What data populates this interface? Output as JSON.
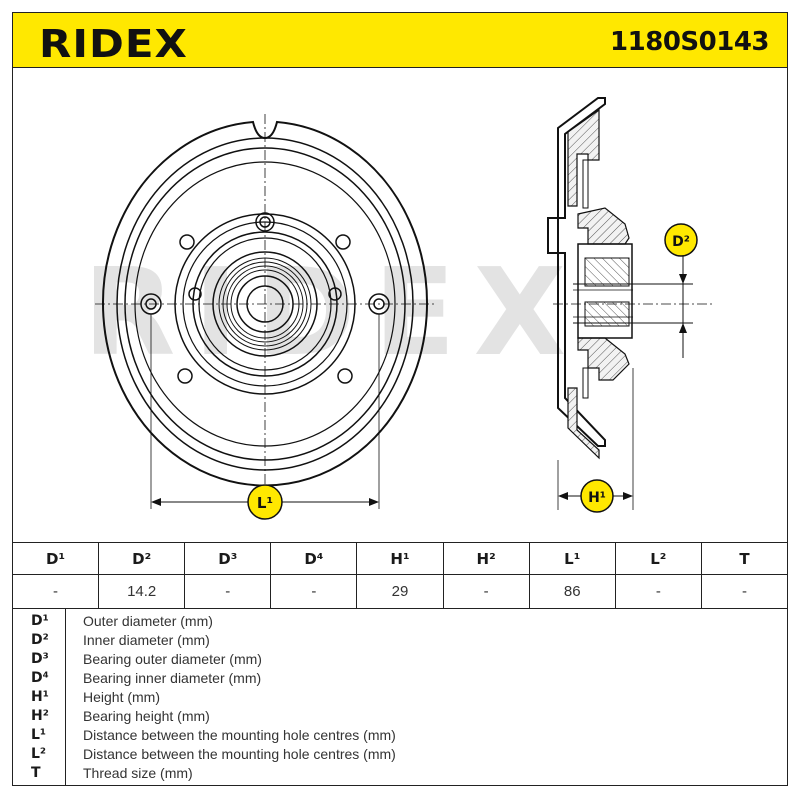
{
  "header": {
    "brand": "RIDEX",
    "part_number": "1180S0143"
  },
  "drawing": {
    "watermark": "RIDEX",
    "label_d2": "D²",
    "label_h1": "H¹",
    "label_l1": "L¹"
  },
  "specs": {
    "headers": [
      "D¹",
      "D²",
      "D³",
      "D⁴",
      "H¹",
      "H²",
      "L¹",
      "L²",
      "T"
    ],
    "values": [
      "-",
      "14.2",
      "-",
      "-",
      "29",
      "-",
      "86",
      "-",
      "-"
    ]
  },
  "legend": [
    {
      "key": "D¹",
      "desc": "Outer diameter (mm)"
    },
    {
      "key": "D²",
      "desc": "Inner diameter (mm)"
    },
    {
      "key": "D³",
      "desc": "Bearing outer diameter (mm)"
    },
    {
      "key": "D⁴",
      "desc": "Bearing inner diameter (mm)"
    },
    {
      "key": "H¹",
      "desc": "Height (mm)"
    },
    {
      "key": "H²",
      "desc": "Bearing height (mm)"
    },
    {
      "key": "L¹",
      "desc": "Distance between the mounting hole centres (mm)"
    },
    {
      "key": "L²",
      "desc": "Distance between the mounting hole centres (mm)"
    },
    {
      "key": "T",
      "desc": "Thread size (mm)"
    }
  ]
}
